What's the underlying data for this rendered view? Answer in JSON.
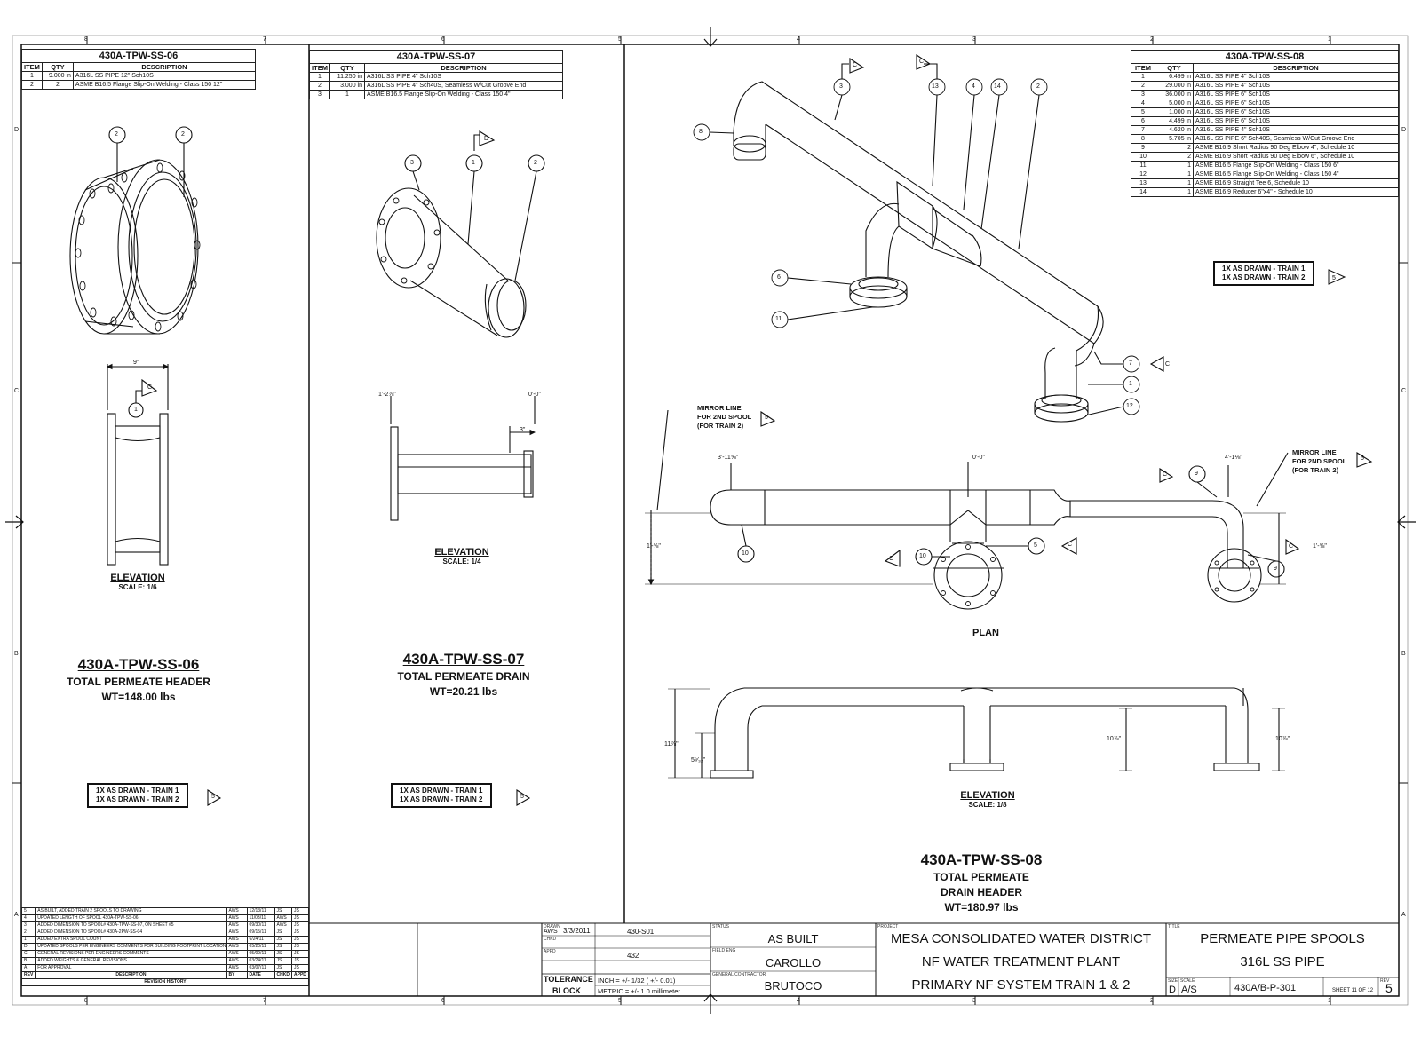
{
  "spool06": {
    "title": "430A-TPW-SS-06",
    "headers": [
      "ITEM",
      "QTY",
      "DESCRIPTION"
    ],
    "rows": [
      [
        "1",
        "9.000 in",
        "A316L SS PIPE 12\" Sch10S"
      ],
      [
        "2",
        "2",
        "ASME B16.5 Flange Slip-On Welding - Class 150 12\""
      ]
    ],
    "elevation": "ELEVATION",
    "scale": "SCALE: 1/6",
    "dim_9": "9\"",
    "big_name": "430A-TPW-SS-06",
    "desc": "TOTAL PERMEATE HEADER",
    "weight": "WT=148.00 lbs",
    "train1": "1X AS DRAWN - TRAIN 1",
    "train2": "1X AS DRAWN - TRAIN 2"
  },
  "spool07": {
    "title": "430A-TPW-SS-07",
    "headers": [
      "ITEM",
      "QTY",
      "DESCRIPTION"
    ],
    "rows": [
      [
        "1",
        "11.250 in",
        "A316L SS PIPE 4\" Sch10S"
      ],
      [
        "2",
        "3.000 in",
        "A316L SS PIPE 4\" Sch40S, Seamless W/Cut Groove End"
      ],
      [
        "3",
        "1",
        "ASME B16.5 Flange Slip-On Welding - Class 150 4\""
      ]
    ],
    "elevation": "ELEVATION",
    "scale": "SCALE: 1/4",
    "dim_a": "1'-2⅞\"",
    "dim_b": "0'-0\"",
    "dim_c": "3\"",
    "big_name": "430A-TPW-SS-07",
    "desc": "TOTAL PERMEATE DRAIN",
    "weight": "WT=20.21 lbs",
    "train1": "1X AS DRAWN - TRAIN 1",
    "train2": "1X AS DRAWN - TRAIN 2"
  },
  "spool08": {
    "title": "430A-TPW-SS-08",
    "headers": [
      "ITEM",
      "QTY",
      "DESCRIPTION"
    ],
    "rows": [
      [
        "1",
        "6.499 in",
        "A316L SS PIPE 4\" Sch10S"
      ],
      [
        "2",
        "29.000 in",
        "A316L SS PIPE 4\" Sch10S"
      ],
      [
        "3",
        "36.000 in",
        "A316L SS PIPE 6\" Sch10S"
      ],
      [
        "4",
        "5.000 in",
        "A316L SS PIPE 6\" Sch10S"
      ],
      [
        "5",
        "1.000 in",
        "A316L SS PIPE 6\" Sch10S"
      ],
      [
        "6",
        "4.499 in",
        "A316L SS PIPE 6\" Sch10S"
      ],
      [
        "7",
        "4.620 in",
        "A316L SS PIPE 4\" Sch10S"
      ],
      [
        "8",
        "5.705 in",
        "A316L SS PIPE 6\" Sch40S, Seamless W/Cut Groove End"
      ],
      [
        "9",
        "2",
        "ASME B16.9 Short Radius 90 Deg Elbow 4\", Schedule 10"
      ],
      [
        "10",
        "2",
        "ASME B16.9 Short Radius 90 Deg Elbow 6\", Schedule 10"
      ],
      [
        "11",
        "1",
        "ASME B16.5 Flange Slip-On Welding - Class 150 6\""
      ],
      [
        "12",
        "1",
        "ASME B16.5 Flange Slip-On Welding - Class 150 4\""
      ],
      [
        "13",
        "1",
        "ASME B16.9 Straight Tee 6, Schedule 10"
      ],
      [
        "14",
        "1",
        "ASME B16.9 Reducer 6\"x4\" - Schedule 10"
      ]
    ],
    "train1": "1X AS DRAWN - TRAIN 1",
    "train2": "1X AS DRAWN - TRAIN 2",
    "mirror_left": [
      "MIRROR LINE",
      "FOR 2ND SPOOL",
      "(FOR TRAIN 2)"
    ],
    "mirror_right": [
      "MIRROR LINE",
      "FOR 2ND SPOOL",
      "(FOR TRAIN 2)"
    ],
    "plan": "PLAN",
    "elevation": "ELEVATION",
    "scale": "SCALE: 1/8",
    "dims": {
      "plan_left": "3'-11⅝\"",
      "plan_center": "0'-0\"",
      "plan_right": "4'-1⅛\"",
      "plan_h_left": "1'-⅝\"",
      "plan_h_right": "1'-⅝\"",
      "elev_1": "11⅞\"",
      "elev_2": "5⁹⁄₃₂\"",
      "elev_3": "10⅞\"",
      "elev_4": "10⅞\""
    },
    "big_name": "430A-TPW-SS-08",
    "desc1": "TOTAL PERMEATE",
    "desc2": "DRAIN HEADER",
    "weight": "WT=180.97 lbs"
  },
  "revisions": {
    "rows": [
      [
        "5",
        "AS BUILT, ADDED TRAIN 2 SPOOLS TO DRAWING",
        "AWS",
        "12/13/11",
        "JS",
        "JS"
      ],
      [
        "4",
        "UPDATED LENGTH OF SPOOL 430A-TPW-SS-06",
        "AWS",
        "11/03/11",
        "AWS",
        "JS"
      ],
      [
        "3",
        "ADDED DIMENSION TO SPOOL# 430A-TPW-SS-07, ON SHEET #5",
        "AWS",
        "09/30/11",
        "AWS",
        "JS"
      ],
      [
        "2",
        "ADDED DIMENSION TO SPOOL# 430A-2PW-SS-04",
        "AWS",
        "09/15/11",
        "JS",
        "JS"
      ],
      [
        "1",
        "ADDED EXTRA SPOOL COUNT",
        "AWS",
        "6/24/11",
        "JS",
        "JS"
      ],
      [
        "D",
        "UPDATED SPOOLS PER ENGINEERS COMMENTS FOR BUILDING FOOTPRINT LOCATION",
        "AWS",
        "05/20/11",
        "JS",
        "JS"
      ],
      [
        "C",
        "GENERAL REVISIONS PER ENGINEERS COMMENTS",
        "AWS",
        "05/09/11",
        "JS",
        "JS"
      ],
      [
        "B",
        "ADDED WEIGHTS & GENERAL REVISIONS",
        "AWS",
        "03/24/11",
        "JS",
        "JS"
      ],
      [
        "A",
        "FOR APPROVAL",
        "AWS",
        "03/07/11",
        "JS",
        "JS"
      ]
    ],
    "header": [
      "REV",
      "DESCRIPTION",
      "BY",
      "DATE",
      "CHKD",
      "APPD"
    ],
    "title": "REVISION HISTORY"
  },
  "titleblock": {
    "drawn_by": "AWS",
    "date": "3/3/2011",
    "drawing_no": "430-S01",
    "project_number": "432",
    "tolerance": "TOLERANCE",
    "block": "BLOCK",
    "inch": "INCH = +/- 1/32 ( +/- 0.01)",
    "metric": "METRIC = +/- 1.0 millimeter",
    "status": "AS BUILT",
    "engineer": "CAROLLO",
    "contractor": "BRUTOCO",
    "project1": "MESA CONSOLIDATED WATER DISTRICT",
    "project2": "NF WATER TREATMENT PLANT",
    "project3": "PRIMARY NF SYSTEM TRAIN 1 & 2",
    "title1": "PERMEATE PIPE SPOOLS",
    "title2": "316L SS PIPE",
    "size": "D",
    "scale": "A/S",
    "dwg": "430A/B-P-301",
    "sheet": "SHEET 11 OF 12",
    "rev": "5",
    "field_labels": {
      "drawn": "DRAWN",
      "chkd": "CHKD",
      "appd": "APPD",
      "status": "STATUS",
      "field_eng": "FIELD ENG",
      "gen_con": "GENERAL CONTRACTOR",
      "project": "PROJECT",
      "title": "TITLE",
      "size": "SIZE",
      "scale": "SCALE",
      "rev": "REV"
    }
  },
  "border": {
    "top": [
      "8",
      "7",
      "6",
      "5",
      "4",
      "3",
      "2",
      "1"
    ],
    "side": [
      "D",
      "C",
      "B",
      "A"
    ]
  }
}
